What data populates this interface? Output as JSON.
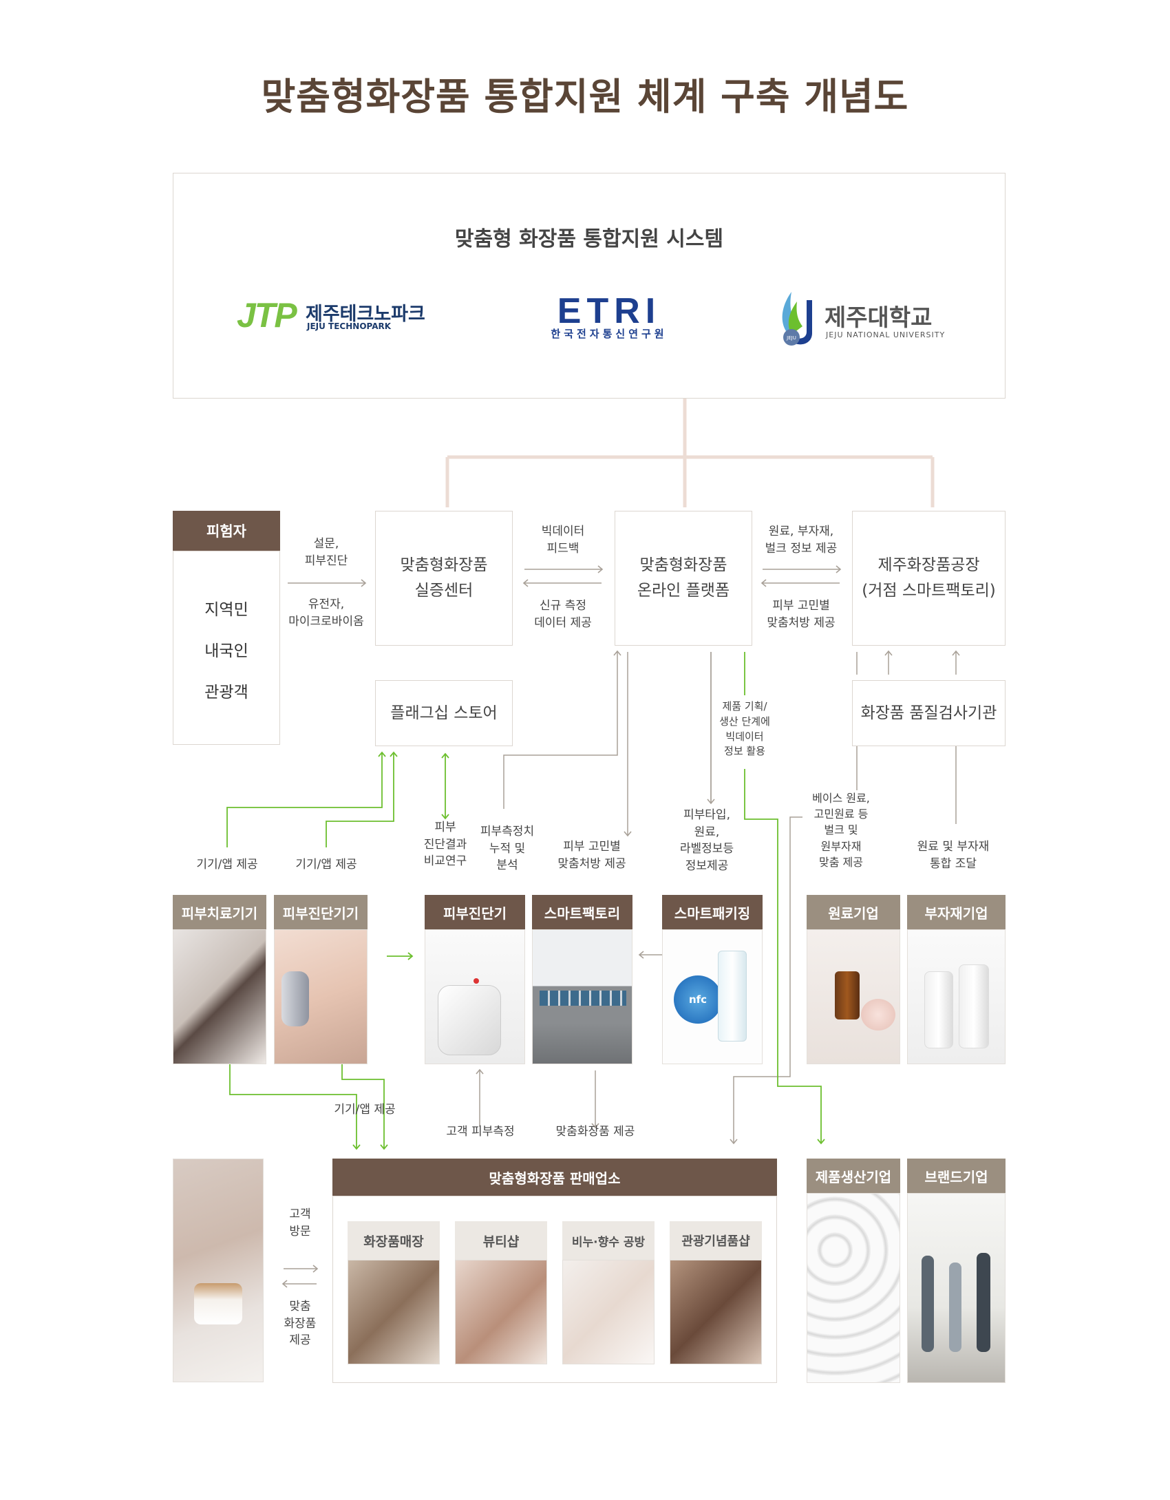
{
  "title": "맞춤형화장품 통합지원 체계 구축 개념도",
  "system": {
    "heading": "맞춤형 화장품 통합지원 시스템",
    "logos": {
      "jtp": {
        "mark": "JTP",
        "name_ko": "제주테크노파크",
        "name_en": "JEJU TECHNOPARK"
      },
      "etri": {
        "mark": "ETRI",
        "name_ko": "한국전자통신연구원"
      },
      "jnu": {
        "name_ko": "제주대학교",
        "name_en": "JEJU NATIONAL UNIVERSITY",
        "seal": "JEJU"
      }
    }
  },
  "subjects": {
    "header": "피험자",
    "items": [
      "지역민",
      "내국인",
      "관광객"
    ]
  },
  "boxes": {
    "center": [
      "맞춤형화장품",
      "실증센터"
    ],
    "platform": [
      "맞춤형화장품",
      "온라인 플랫폼"
    ],
    "factory": [
      "제주화장품공장",
      "(거점 스마트팩토리)"
    ],
    "flagship": "플래그십 스토어",
    "inspection": "화장품 품질검사기관"
  },
  "labels": {
    "survey": [
      "설문,",
      "피부진단"
    ],
    "genome": [
      "유전자,",
      "마이크로바이옴"
    ],
    "bigdata_feedback": [
      "빅데이터",
      "피드백"
    ],
    "new_measure": [
      "신규 측정",
      "데이터 제공"
    ],
    "raw_info": [
      "원료, 부자재,",
      "벌크 정보 제공"
    ],
    "skin_prescription_top": [
      "피부 고민별",
      "맞춤처방 제공"
    ],
    "product_planning": [
      "제품 기획/",
      "생산 단계에",
      "빅데이터",
      "정보 활용"
    ],
    "device_app_1": "기기/앱 제공",
    "device_app_2": "기기/앱 제공",
    "skin_compare": [
      "피부",
      "진단결과",
      "비교연구"
    ],
    "skin_accum": [
      "피부측정치",
      "누적 및",
      "분석"
    ],
    "skin_prescription_mid": [
      "피부 고민별",
      "맞춤처방 제공"
    ],
    "skin_type": [
      "피부타입,",
      "원료,",
      "라벨정보등",
      "정보제공"
    ],
    "base_material": [
      "베이스 원료,",
      "고민원료 등",
      "벌크 및",
      "원부자재",
      "맞춤 제공"
    ],
    "material_supply": [
      "원료 및 부자재",
      "통합 조달"
    ],
    "device_app_3": "기기/앱 제공",
    "customer_measure": "고객 피부측정",
    "custom_provide": "맞춤화장품 제공",
    "customer_visit": [
      "고객",
      "방문"
    ],
    "custom_cosmetic": [
      "맞춤",
      "화장품",
      "제공"
    ]
  },
  "tiles": {
    "treatment_device": "피부치료기기",
    "diagnosis_device_a": "피부진단기기",
    "diagnosis_device_b": "피부진단기",
    "smart_factory": "스마트팩토리",
    "smart_packaging": "스마트패키징",
    "nfc": "nfc",
    "raw_company": "원료기업",
    "sub_company": "부자재기업",
    "production_company": "제품생산기업",
    "brand_company": "브랜드기업"
  },
  "shop": {
    "header": "맞춤형화장품 판매업소",
    "items": [
      "화장품매장",
      "뷰티샵",
      "비누·향수 공방",
      "관광기념품샵"
    ]
  },
  "colors": {
    "brown": "#6e574a",
    "taupe": "#9b8f80",
    "green": "#6cbf2e",
    "line_pink": "#ecdcd4",
    "arrow_gray": "#a8a097",
    "jtp_green": "#7ac143",
    "jtp_navy": "#1b3a6b",
    "etri_navy": "#1d3f8f",
    "etri_red": "#e2231a"
  }
}
